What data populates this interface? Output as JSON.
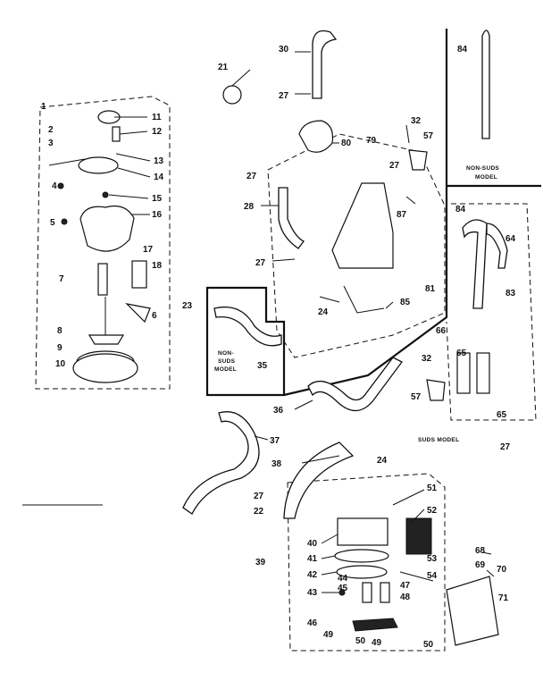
{
  "callouts": [
    {
      "id": "c1",
      "text": "1"
    },
    {
      "id": "c2",
      "text": "2"
    },
    {
      "id": "c3",
      "text": "3"
    },
    {
      "id": "c4",
      "text": "4"
    },
    {
      "id": "c5",
      "text": "5"
    },
    {
      "id": "c6",
      "text": "6"
    },
    {
      "id": "c7",
      "text": "7"
    },
    {
      "id": "c8",
      "text": "8"
    },
    {
      "id": "c9",
      "text": "9"
    },
    {
      "id": "c10",
      "text": "10"
    },
    {
      "id": "c11",
      "text": "11"
    },
    {
      "id": "c12",
      "text": "12"
    },
    {
      "id": "c13",
      "text": "13"
    },
    {
      "id": "c14",
      "text": "14"
    },
    {
      "id": "c15",
      "text": "15"
    },
    {
      "id": "c16",
      "text": "16"
    },
    {
      "id": "c17",
      "text": "17"
    },
    {
      "id": "c18",
      "text": "18"
    },
    {
      "id": "c21",
      "text": "21"
    },
    {
      "id": "c22",
      "text": "22"
    },
    {
      "id": "c23",
      "text": "23"
    },
    {
      "id": "c24a",
      "text": "24"
    },
    {
      "id": "c24b",
      "text": "24"
    },
    {
      "id": "c27a",
      "text": "27"
    },
    {
      "id": "c27b",
      "text": "27"
    },
    {
      "id": "c27c",
      "text": "27"
    },
    {
      "id": "c27d",
      "text": "27"
    },
    {
      "id": "c27e",
      "text": "27"
    },
    {
      "id": "c27f",
      "text": "27"
    },
    {
      "id": "c28",
      "text": "28"
    },
    {
      "id": "c30",
      "text": "30"
    },
    {
      "id": "c32a",
      "text": "32"
    },
    {
      "id": "c32b",
      "text": "32"
    },
    {
      "id": "c35",
      "text": "35"
    },
    {
      "id": "c36",
      "text": "36"
    },
    {
      "id": "c37",
      "text": "37"
    },
    {
      "id": "c38",
      "text": "38"
    },
    {
      "id": "c39",
      "text": "39"
    },
    {
      "id": "c40",
      "text": "40"
    },
    {
      "id": "c41",
      "text": "41"
    },
    {
      "id": "c42",
      "text": "42"
    },
    {
      "id": "c43",
      "text": "43"
    },
    {
      "id": "c44",
      "text": "44"
    },
    {
      "id": "c45",
      "text": "45"
    },
    {
      "id": "c46",
      "text": "46"
    },
    {
      "id": "c47",
      "text": "47"
    },
    {
      "id": "c48",
      "text": "48"
    },
    {
      "id": "c49a",
      "text": "49"
    },
    {
      "id": "c49b",
      "text": "49"
    },
    {
      "id": "c50a",
      "text": "50"
    },
    {
      "id": "c50b",
      "text": "50"
    },
    {
      "id": "c51",
      "text": "51"
    },
    {
      "id": "c52",
      "text": "52"
    },
    {
      "id": "c53",
      "text": "53"
    },
    {
      "id": "c54",
      "text": "54"
    },
    {
      "id": "c57a",
      "text": "57"
    },
    {
      "id": "c57b",
      "text": "57"
    },
    {
      "id": "c64",
      "text": "64"
    },
    {
      "id": "c65a",
      "text": "65"
    },
    {
      "id": "c65b",
      "text": "65"
    },
    {
      "id": "c66",
      "text": "66"
    },
    {
      "id": "c68",
      "text": "68"
    },
    {
      "id": "c69",
      "text": "69"
    },
    {
      "id": "c70",
      "text": "70"
    },
    {
      "id": "c71",
      "text": "71"
    },
    {
      "id": "c79",
      "text": "79"
    },
    {
      "id": "c80",
      "text": "80"
    },
    {
      "id": "c81",
      "text": "81"
    },
    {
      "id": "c83",
      "text": "83"
    },
    {
      "id": "c84a",
      "text": "84"
    },
    {
      "id": "c84b",
      "text": "84"
    },
    {
      "id": "c85",
      "text": "85"
    },
    {
      "id": "c87",
      "text": "87"
    }
  ],
  "notes": {
    "nonsuds_right_line1": "NON-SUDS",
    "nonsuds_right_line2": "MODEL",
    "nonsuds_left_line1": "NON-",
    "nonsuds_left_line2": "SUDS",
    "nonsuds_left_line3": "MODEL",
    "suds_model": "SUDS MODEL"
  }
}
